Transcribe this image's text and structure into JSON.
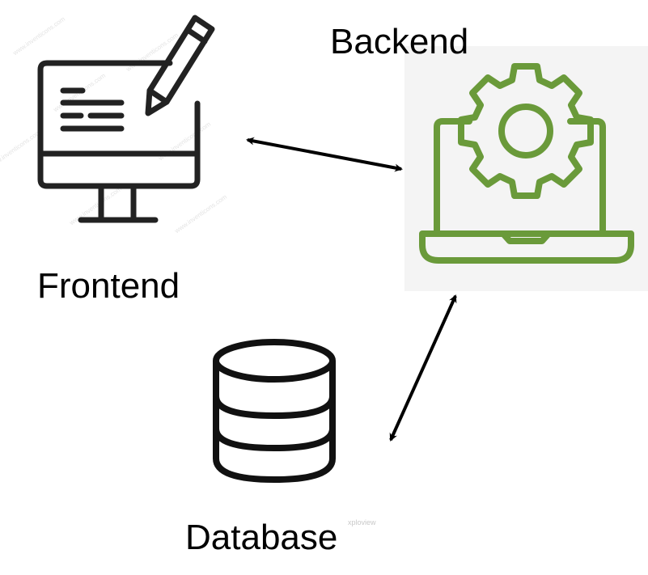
{
  "nodes": {
    "backend": {
      "label": "Backend",
      "icon": "laptop-gear-icon",
      "color": "#6a9a3a"
    },
    "frontend": {
      "label": "Frontend",
      "icon": "monitor-pen-icon",
      "color": "#222222"
    },
    "database": {
      "label": "Database",
      "icon": "database-icon",
      "color": "#111111"
    }
  },
  "edges": [
    {
      "from": "frontend",
      "to": "backend",
      "direction": "both"
    },
    {
      "from": "backend",
      "to": "database",
      "direction": "both"
    }
  ],
  "watermarks": {
    "stock": "www.inventicons.com",
    "small": "xploview"
  }
}
